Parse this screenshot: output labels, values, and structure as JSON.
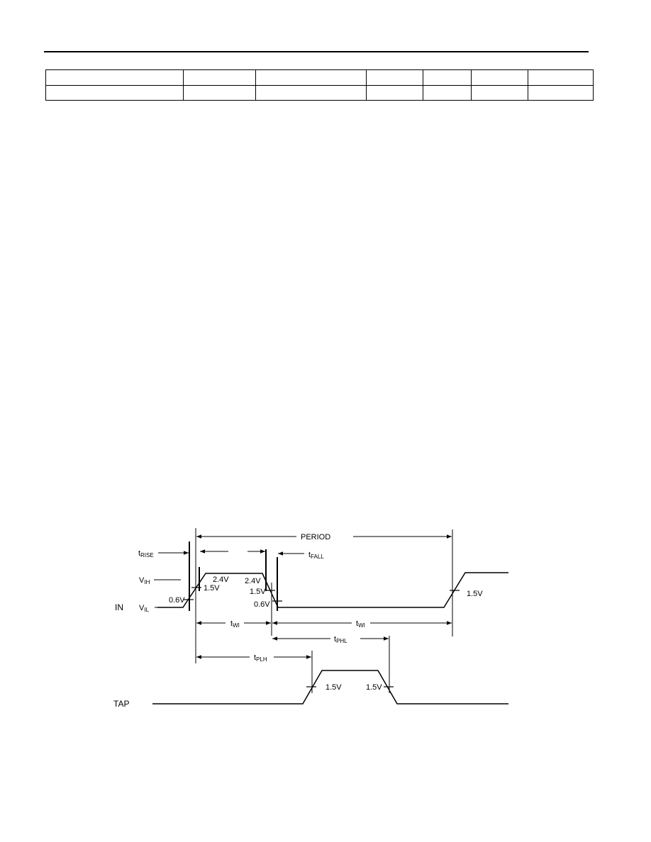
{
  "header": {
    "table": {
      "rows": [
        [
          "",
          "",
          "",
          "",
          "",
          "",
          ""
        ],
        [
          "",
          "",
          "",
          "",
          "",
          "",
          ""
        ]
      ]
    }
  },
  "diagram": {
    "signals": {
      "in": "IN",
      "tap": "TAP"
    },
    "levels": {
      "vih_main": "V",
      "vih_sub": "IH",
      "vil_main": "V",
      "vil_sub": "IL"
    },
    "voltages": {
      "v24": "2.4V",
      "v15": "1.5V",
      "v06": "0.6V"
    },
    "timings": {
      "period": "PERIOD",
      "t": "t",
      "rise_sub": "RISE",
      "fall_sub": "FALL",
      "wi_sub": "WI",
      "phl_sub": "PHL",
      "plh_sub": "PLH"
    }
  }
}
